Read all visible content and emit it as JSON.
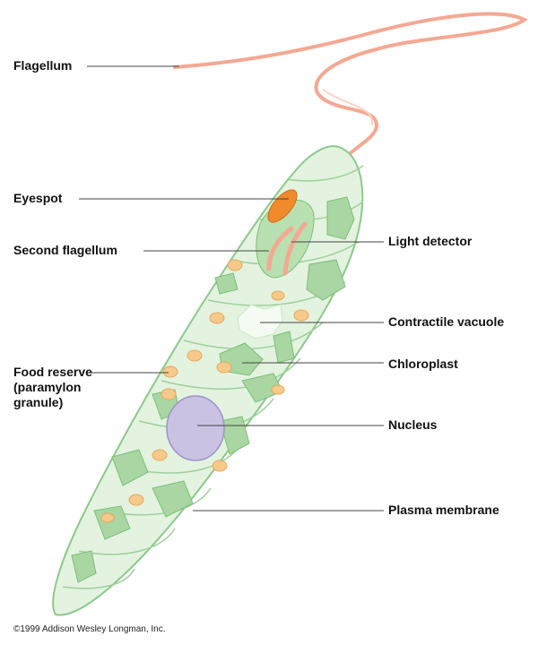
{
  "labels": {
    "flagellum": "Flagellum",
    "eyespot": "Eyespot",
    "second_flagellum": "Second flagellum",
    "food_reserve_1": "Food reserve",
    "food_reserve_2": "(paramylon",
    "food_reserve_3": "granule)",
    "light_detector": "Light detector",
    "contractile_vacuole": "Contractile vacuole",
    "chloroplast": "Chloroplast",
    "nucleus": "Nucleus",
    "plasma_membrane": "Plasma membrane"
  },
  "copyright": "©1999 Addison Wesley Longman, Inc.",
  "colors": {
    "body": "#e3f3e0",
    "outline": "#8cc98a",
    "chloroplast": "#a9d6a3",
    "granule": "#f7c98a",
    "nucleus": "#c9c2e3",
    "flagellum": "#f4a892",
    "eyespot": "#f08a2a"
  }
}
